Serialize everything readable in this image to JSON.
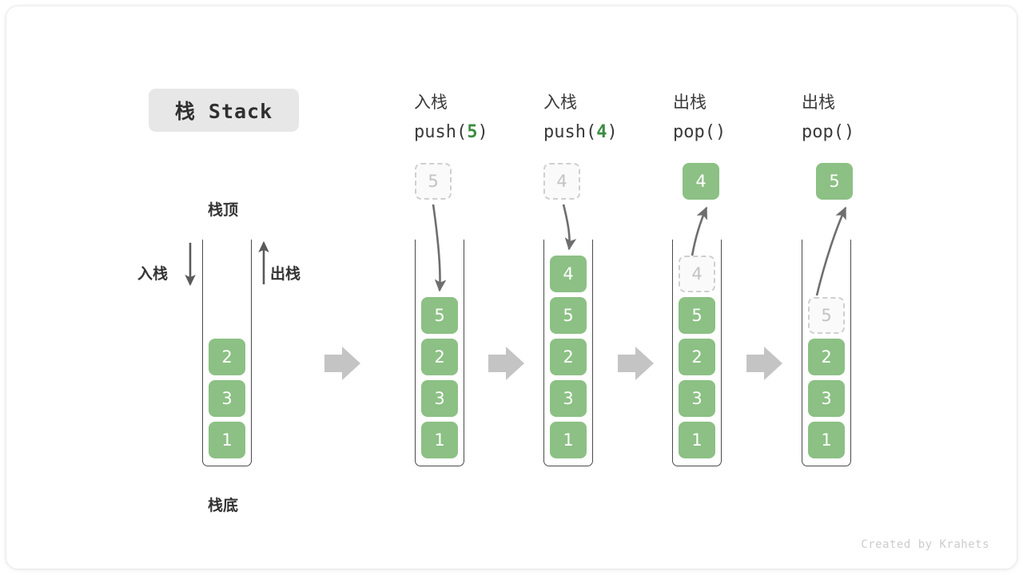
{
  "figure": {
    "title_badge": "栈 Stack",
    "watermark": "Created by Krahets",
    "accent_green": "#8cc084",
    "accent_green_text": "#3c8c42",
    "ghost_border": "#cfcfcf",
    "step_arrow_color": "#c4c4c4",
    "box_border": "#4a4a4a"
  },
  "labels": {
    "top": "栈顶",
    "bottom": "栈底",
    "push": "入栈",
    "pop": "出栈"
  },
  "columns": [
    {
      "id": "initial",
      "header_cn": "",
      "header_fn_pre": "",
      "header_fn_arg": "",
      "header_fn_post": "",
      "incoming": null,
      "outgoing": null,
      "ghost_slot": null,
      "ghost_value": null,
      "cells": [
        "2",
        "3",
        "1"
      ]
    },
    {
      "id": "push-5",
      "header_cn": "入栈",
      "header_fn_pre": "push(",
      "header_fn_arg": "5",
      "header_fn_post": ")",
      "incoming": "5",
      "outgoing": null,
      "ghost_slot": null,
      "ghost_value": null,
      "cells": [
        "5",
        "2",
        "3",
        "1"
      ]
    },
    {
      "id": "push-4",
      "header_cn": "入栈",
      "header_fn_pre": "push(",
      "header_fn_arg": "4",
      "header_fn_post": ")",
      "incoming": "4",
      "outgoing": null,
      "ghost_slot": null,
      "ghost_value": null,
      "cells": [
        "4",
        "5",
        "2",
        "3",
        "1"
      ]
    },
    {
      "id": "pop-4",
      "header_cn": "出栈",
      "header_fn_pre": "pop(",
      "header_fn_arg": "",
      "header_fn_post": ")",
      "incoming": null,
      "outgoing": "4",
      "ghost_slot": 0,
      "ghost_value": "4",
      "cells": [
        "5",
        "2",
        "3",
        "1"
      ]
    },
    {
      "id": "pop-5",
      "header_cn": "出栈",
      "header_fn_pre": "pop(",
      "header_fn_arg": "",
      "header_fn_post": ")",
      "incoming": null,
      "outgoing": "5",
      "ghost_slot": 1,
      "ghost_value": "5",
      "cells": [
        "2",
        "3",
        "1"
      ]
    }
  ],
  "step_arrows": 4
}
